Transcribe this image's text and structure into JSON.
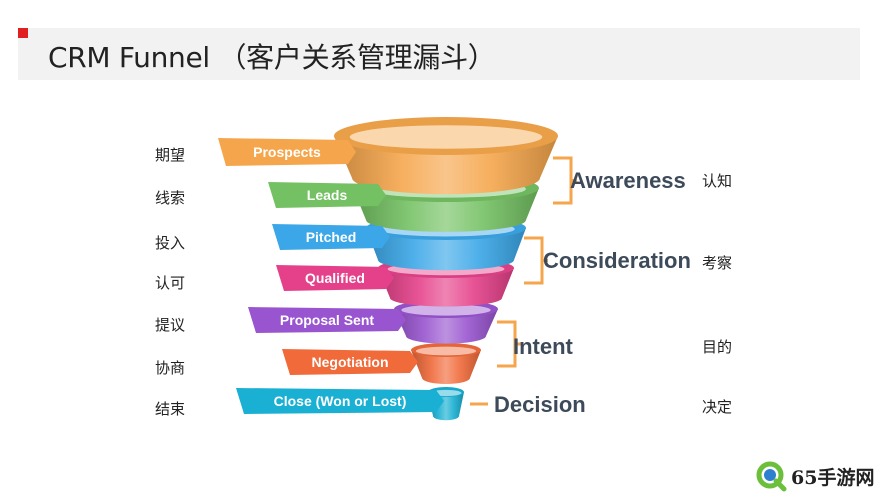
{
  "title": "CRM Funnel （客户关系管理漏斗）",
  "colors": {
    "prospects": "#f5a64c",
    "leads": "#74c163",
    "pitched": "#3ba7e8",
    "qualified": "#e5418a",
    "proposal": "#9955cf",
    "negotiation": "#f06a3a",
    "close": "#19b0d3",
    "bracket": "#f5a64c",
    "stage_text": "#3d4a5a"
  },
  "stages": [
    {
      "label": "Prospects",
      "cn": "期望"
    },
    {
      "label": "Leads",
      "cn": "线索"
    },
    {
      "label": "Pitched",
      "cn": "投入"
    },
    {
      "label": "Qualified",
      "cn": "认可"
    },
    {
      "label": "Proposal Sent",
      "cn": "提议"
    },
    {
      "label": "Negotiation",
      "cn": "协商"
    },
    {
      "label": "Close (Won or Lost)",
      "cn": "结束"
    }
  ],
  "phases": [
    {
      "label": "Awareness",
      "cn": "认知"
    },
    {
      "label": "Consideration",
      "cn": "考察"
    },
    {
      "label": "Intent",
      "cn": "目的"
    },
    {
      "label": "Decision",
      "cn": "决定"
    }
  ],
  "watermark": {
    "text": "65手游网",
    "icon": "q-logo-icon"
  }
}
